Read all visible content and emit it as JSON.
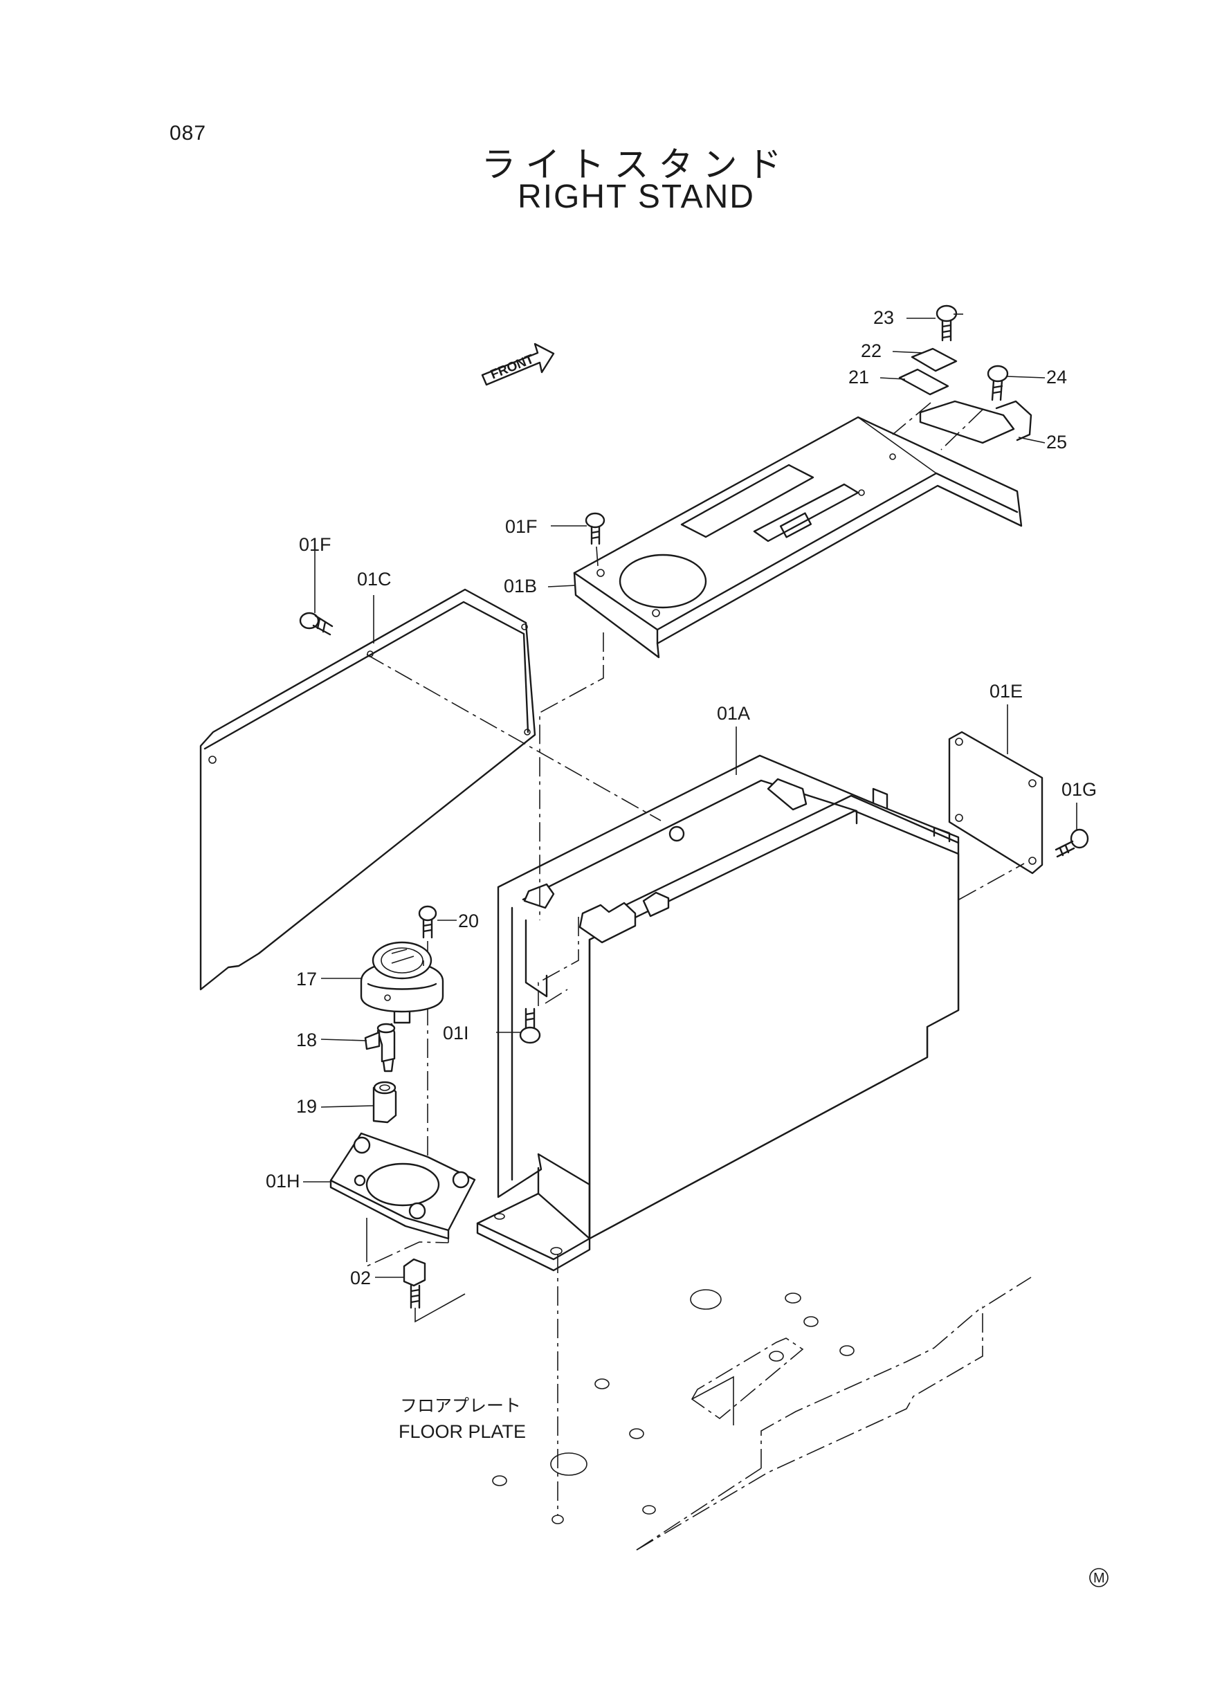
{
  "page_number": "087",
  "title_jp": "ライトスタンド",
  "title_en": "RIGHT STAND",
  "front_label": "FRONT",
  "floor_plate_jp": "フロアプレート",
  "floor_plate_en": "FLOOR PLATE",
  "corner_mark": "M",
  "part_labels": {
    "p23": "23",
    "p22": "22",
    "p21": "21",
    "p24": "24",
    "p25": "25",
    "p01F_top": "01F",
    "p01B": "01B",
    "p01F_left": "01F",
    "p01C": "01C",
    "p01A": "01A",
    "p01E": "01E",
    "p01G": "01G",
    "p20": "20",
    "p17": "17",
    "p18": "18",
    "p01I": "01I",
    "p19": "19",
    "p01H": "01H",
    "p02": "02"
  }
}
